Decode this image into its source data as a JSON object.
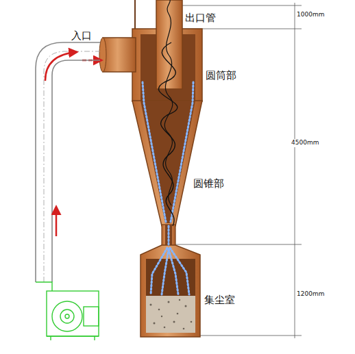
{
  "diagram": {
    "labels": [
      "入口",
      "出口管",
      "圆筒部",
      "圆锥部",
      "集尘室",
      "1000mm",
      "4500mm",
      "1200mm"
    ]
  }
}
